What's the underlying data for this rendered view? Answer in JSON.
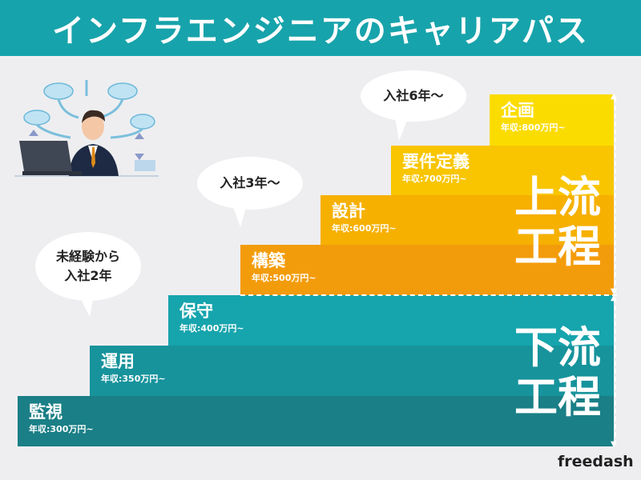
{
  "title": "インフラエンジニアのキャリアパス",
  "steps": [
    {
      "title": "監視",
      "salary": "年収:300万円~"
    },
    {
      "title": "運用",
      "salary": "年収:350万円~"
    },
    {
      "title": "保守",
      "salary": "年収:400万円~"
    },
    {
      "title": "構築",
      "salary": "年収:500万円~"
    },
    {
      "title": "設計",
      "salary": "年収:600万円~"
    },
    {
      "title": "要件定義",
      "salary": "年収:700万円~"
    },
    {
      "title": "企画",
      "salary": "年収:800万円~"
    }
  ],
  "upper_label": [
    "上流",
    "工程"
  ],
  "lower_label": [
    "下流",
    "工程"
  ],
  "bubbles": {
    "new_grad": [
      "未経験から",
      "入社2年"
    ],
    "year3": "入社3年〜",
    "year6": "入社6年〜"
  },
  "logo": "freedash",
  "colors": {
    "header": "#17a3ab",
    "step_teal": [
      "#1a7f86",
      "#17939c",
      "#16a4ad"
    ],
    "step_warm": [
      "#f39c0b",
      "#f6b000",
      "#f8c500",
      "#fbdc00"
    ]
  }
}
